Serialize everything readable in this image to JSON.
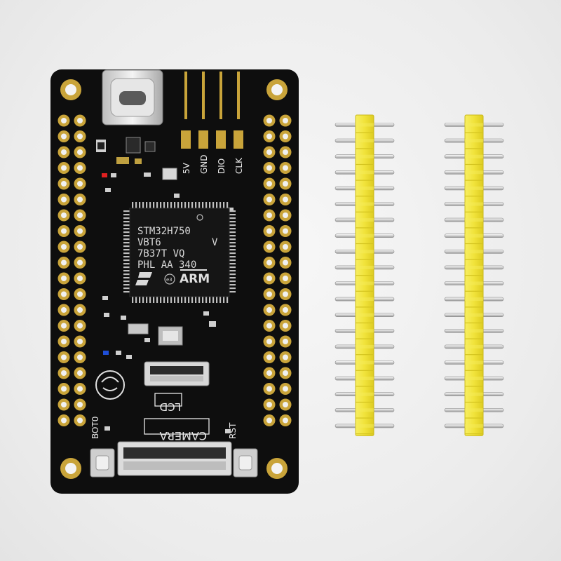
{
  "product": {
    "chip": {
      "line1": "STM32H750",
      "line2_left": "VBT6",
      "line2_right": "V",
      "line3": "7B37T VQ",
      "line4": "PHL AA 340",
      "brand": "ARM",
      "e3": "e3"
    },
    "header_labels": [
      "5V",
      "GND",
      "DIO",
      "CLK"
    ],
    "silkscreen": {
      "lcd": "LCD",
      "camera": "CAMERA",
      "boot_button": "BOT0",
      "reset_button": "RST"
    },
    "pin_header_count": 20,
    "colors": {
      "pcb": "#0e0e0e",
      "pad_gold": "#c9a43a",
      "header_plastic": "#f4e84a",
      "background": "#ececec"
    }
  }
}
